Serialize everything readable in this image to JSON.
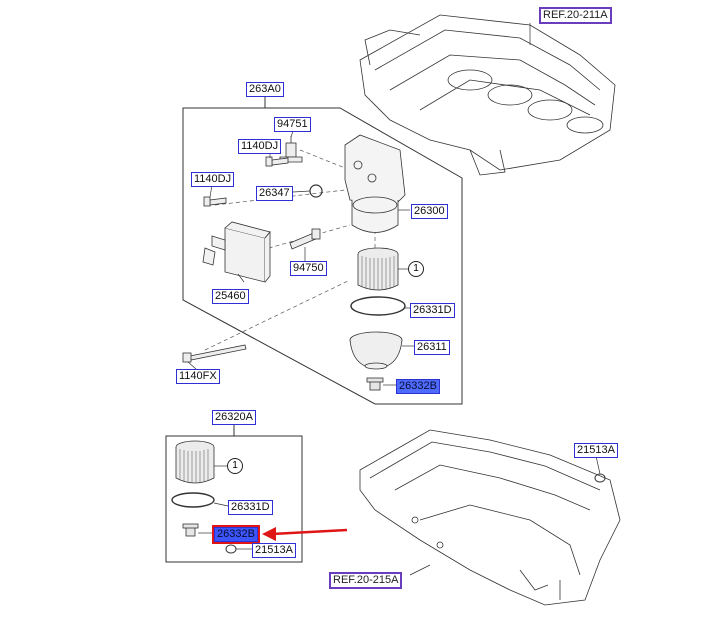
{
  "refs": {
    "top": "REF.20-211A",
    "bottom": "REF.20-215A"
  },
  "labels": {
    "assy_top": "263A0",
    "sensor_top": "94751",
    "bolt_a": "1140DJ",
    "bolt_b": "1140DJ",
    "gasket_small": "26347",
    "filter_housing": "26300",
    "cooler": "25460",
    "sensor_low": "94750",
    "oring": "26331D",
    "cap": "26311",
    "plug": "26332B",
    "bolt_long": "1140FX",
    "kit": "26320A",
    "kit_oring": "26331D",
    "kit_plug": "26332B",
    "kit_washer": "21513A",
    "pan_washer": "21513A"
  },
  "callout": {
    "filter_ref": "1"
  },
  "colors": {
    "label_border": "#2f2fd6",
    "highlight": "#4d6bff",
    "arrow": "#e01616",
    "ref_border": "#6a3dbf"
  }
}
